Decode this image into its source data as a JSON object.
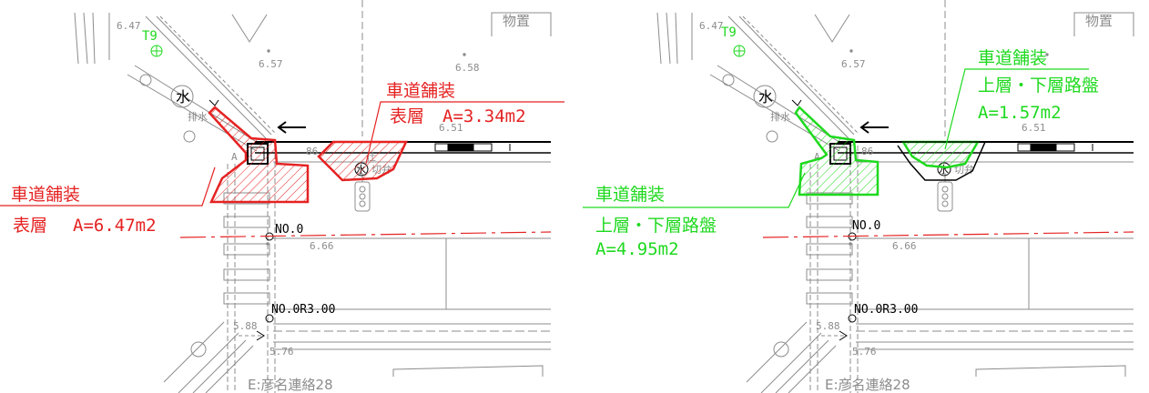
{
  "colors": {
    "base": "#8c8c8c",
    "dark": "#000000",
    "red": "#e52222",
    "green": "#1ed91e"
  },
  "shared": {
    "building_label": "物置",
    "grid_label": "E:彦名連絡28",
    "station_1": "NO.0",
    "station_2": "NO.0R3.00",
    "elev_1": "6.47",
    "elev_2": "6.57",
    "elev_3": "6.58",
    "elev_4": "6.51",
    "elev_5": "6.66",
    "elev_6": "5.88",
    "elev_7": "5.76",
    "elev_8": "86",
    "tree_label": "T9",
    "water_glyph": "水",
    "drain_label": "排水",
    "valve_label": "切弁",
    "valve_prefix": "仕",
    "a_mark": "A"
  },
  "left_panel": {
    "label_a_line1": "車道舗装",
    "label_a_line2": "表層",
    "label_a_area": "A=3.34m2",
    "label_b_line1": "車道舗装",
    "label_b_line2": "表層",
    "label_b_area": "A=6.47m2"
  },
  "right_panel": {
    "label_a_line1": "車道舗装",
    "label_a_line2": "上層・下層路盤",
    "label_a_area": "A=1.57m2",
    "label_b_line1": "車道舗装",
    "label_b_line2": "上層・下層路盤",
    "label_b_area": "A=4.95m2"
  }
}
